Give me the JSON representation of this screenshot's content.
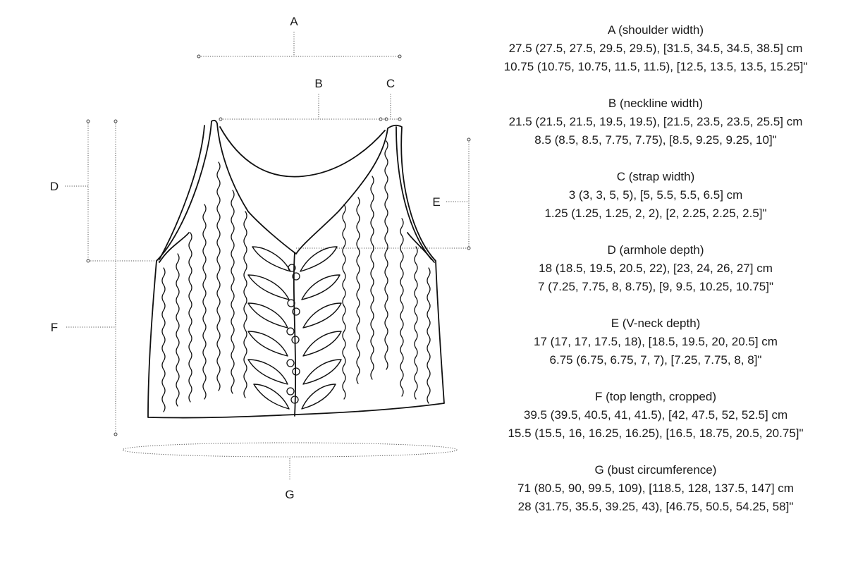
{
  "diagram": {
    "labels": {
      "A": "A",
      "B": "B",
      "C": "C",
      "D": "D",
      "E": "E",
      "F": "F",
      "G": "G"
    }
  },
  "measurements": [
    {
      "title": "A (shoulder width)",
      "cm": "27.5 (27.5, 27.5, 29.5, 29.5), [31.5, 34.5, 34.5, 38.5] cm",
      "inch": "10.75 (10.75, 10.75, 11.5, 11.5), [12.5, 13.5, 13.5, 15.25]\""
    },
    {
      "title": "B (neckline width)",
      "cm": "21.5 (21.5, 21.5, 19.5, 19.5), [21.5, 23.5, 23.5, 25.5] cm",
      "inch": "8.5 (8.5, 8.5, 7.75, 7.75), [8.5, 9.25, 9.25, 10]\""
    },
    {
      "title": "C (strap width)",
      "cm": "3 (3, 3, 5, 5), [5, 5.5, 5.5, 6.5] cm",
      "inch": "1.25 (1.25, 1.25, 2, 2), [2, 2.25, 2.25, 2.5]\""
    },
    {
      "title": "D (armhole depth)",
      "cm": "18 (18.5, 19.5, 20.5, 22), [23, 24, 26, 27] cm",
      "inch": "7 (7.25, 7.75, 8, 8.75), [9, 9.5, 10.25, 10.75]\""
    },
    {
      "title": "E (V-neck depth)",
      "cm": "17 (17, 17, 17.5, 18), [18.5, 19.5, 20, 20.5] cm",
      "inch": "6.75 (6.75, 6.75, 7, 7), [7.25, 7.75, 8, 8]\""
    },
    {
      "title": "F (top length, cropped)",
      "cm": "39.5 (39.5, 40.5, 41, 41.5), [42, 47.5, 52, 52.5] cm",
      "inch": "15.5 (15.5, 16, 16.25, 16.25), [16.5, 18.75, 20.5, 20.75]\""
    },
    {
      "title": "G (bust circumference)",
      "cm": "71 (80.5, 90, 99.5, 109), [118.5, 128, 137.5, 147] cm",
      "inch": "28 (31.75, 35.5, 39.25, 43), [46.75, 50.5, 54.25, 58]\""
    }
  ]
}
